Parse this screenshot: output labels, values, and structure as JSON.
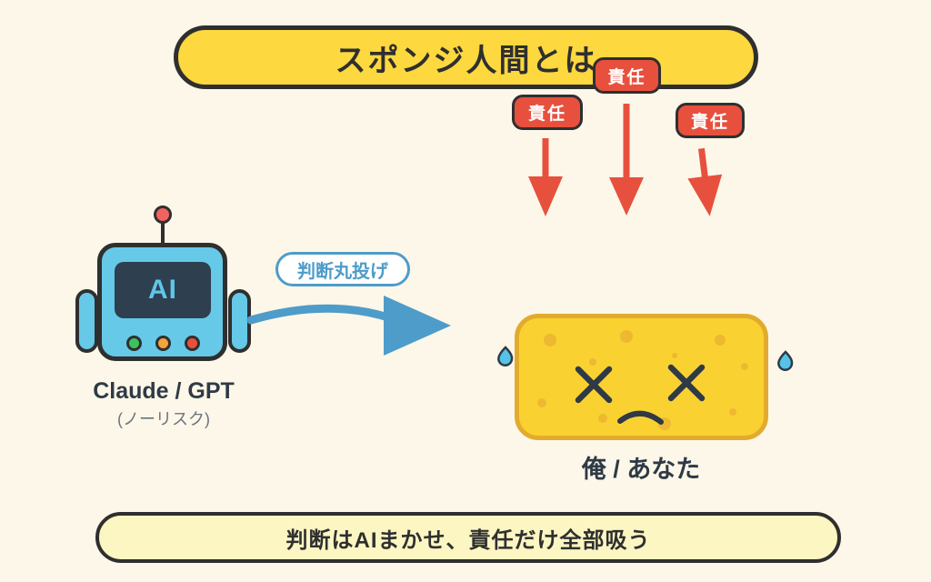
{
  "title": {
    "text": "スポンジ人間とは"
  },
  "responsibility_badges": [
    {
      "label": "責任"
    },
    {
      "label": "責任"
    },
    {
      "label": "責任"
    }
  ],
  "ai_robot": {
    "screen_label": "AI",
    "name": "Claude / GPT",
    "note": "(ノーリスク)"
  },
  "delegation_bubble": {
    "text": "判断丸投げ"
  },
  "sponge_person": {
    "label": "俺 / あなた"
  },
  "footer_banner": {
    "text": "判断はAIまかせ、責任だけ全部吸う"
  },
  "icons": {
    "responsibility_arrows": "red-down-arrow",
    "delegation_arrow": "blue-curved-right-arrow",
    "sponge_face": "x-eyes-frown",
    "sweat_drops": "blue-droplet"
  },
  "colors": {
    "background": "#FCF7E8",
    "banner_yellow": "#FDD83E",
    "outline_dark": "#2F2F2F",
    "badge_red": "#E8503E",
    "arrow_red": "#E8503E",
    "robot_blue": "#66C9E8",
    "screen_navy": "#2E3F50",
    "antenna_ball_red": "#F2635F",
    "button_green": "#3DC262",
    "button_orange": "#F2A33C",
    "button_red": "#E8503E",
    "arrow_blue": "#4E9CC9",
    "bubble_blue": "#4E9CC9",
    "sponge_yellow": "#F9D232",
    "sponge_border": "#E2AB2D",
    "pore_yellow": "#EDB930",
    "droplet_blue": "#56C2E8",
    "footer_yellow": "#FBF6C2",
    "text_dark": "#2F3A46",
    "text_gray": "#6B7280"
  }
}
